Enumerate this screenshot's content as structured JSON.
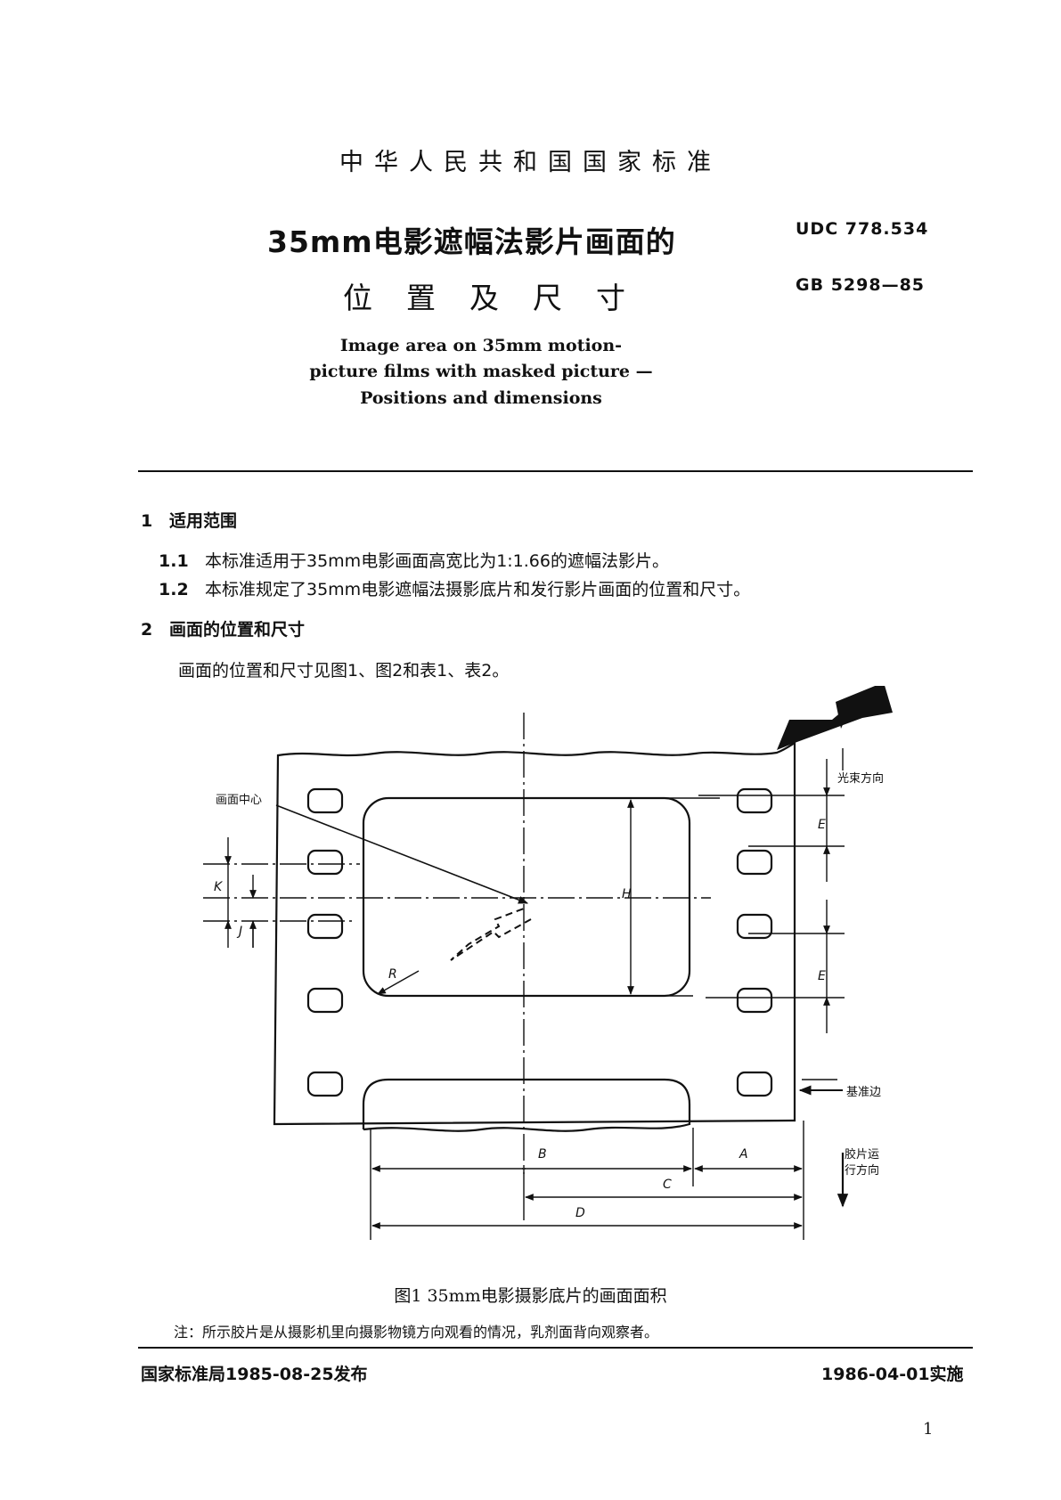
{
  "header": {
    "org": "中华人民共和国国家标准",
    "title_cn_line1": "35mm电影遮幅法影片画面的",
    "title_cn_line2": "位置及尺寸",
    "udc": "UDC 778.534",
    "gb": "GB 5298—85",
    "title_en": [
      "Image area on 35mm motion-",
      "picture films with masked picture —",
      "Positions and dimensions"
    ]
  },
  "sections": [
    {
      "num": "1",
      "title": "适用范围",
      "clauses": [
        {
          "num": "1.1",
          "text": "本标准适用于35mm电影画面高宽比为1:1.66的遮幅法影片。"
        },
        {
          "num": "1.2",
          "text": "本标准规定了35mm电影遮幅法摄影底片和发行影片画面的位置和尺寸。"
        }
      ]
    },
    {
      "num": "2",
      "title": "画面的位置和尺寸",
      "body": "画面的位置和尺寸见图1、图2和表1、表2。"
    }
  ],
  "figure": {
    "labels": {
      "picture_center": "画面中心",
      "light_direction": "光束方向",
      "reference_edge": "基准边",
      "film_travel_line1": "胶片运",
      "film_travel_line2": "行方向",
      "A": "A",
      "B": "B",
      "C": "C",
      "D": "D",
      "E": "E",
      "H": "H",
      "J": "J",
      "K": "K",
      "R": "R"
    },
    "caption": "图1  35mm电影摄影底片的画面面积",
    "note": "注：所示胶片是从摄影机里向摄影物镜方向观看的情况，乳剂面背向观察者。"
  },
  "footer": {
    "issued": "国家标准局1985-08-25发布",
    "effective": "1986-04-01实施",
    "page_number": "1"
  }
}
